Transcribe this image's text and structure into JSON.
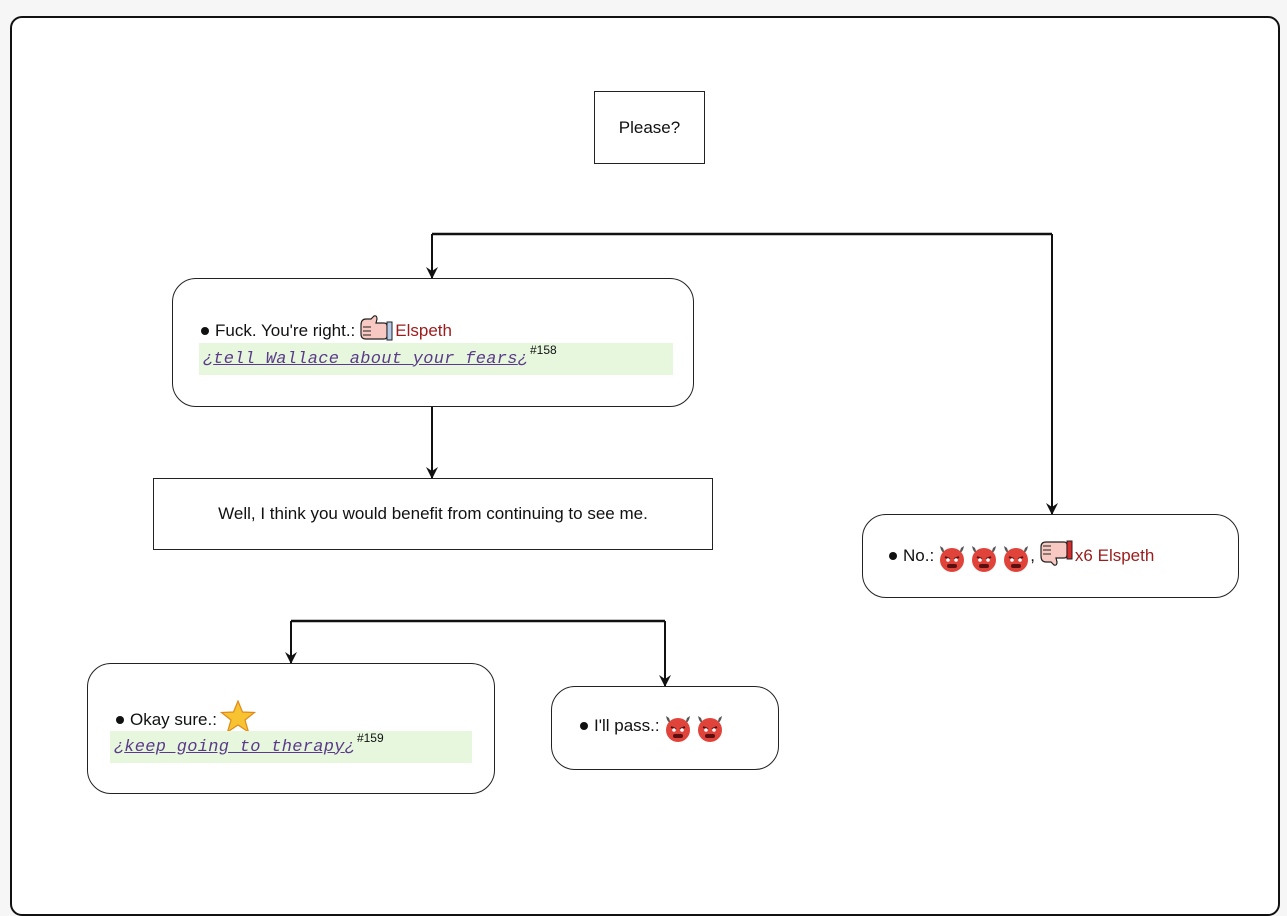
{
  "colors": {
    "border": "#111111",
    "speaker": "#9b1c1c",
    "action_bg": "#e6f7dd",
    "action_text": "#5b3a8a",
    "devil": "#e0433a"
  },
  "nodes": {
    "prompt": {
      "text": "Please?"
    },
    "choice_right": {
      "text": "Fuck. You're right.:",
      "icon": "thumbs-up-icon",
      "speaker": "Elspeth",
      "action": "tell Wallace about your fears",
      "action_open": "¿",
      "action_close": "¿",
      "ref": "#158"
    },
    "choice_no": {
      "text": "No.:",
      "icons": [
        "devil-icon",
        "devil-icon",
        "devil-icon",
        "thumbs-down-icon"
      ],
      "separator": ",",
      "speaker": "x6 Elspeth"
    },
    "reply": {
      "text": "Well, I think you would benefit from continuing to see me."
    },
    "choice_okay": {
      "text": "Okay sure.:",
      "icon": "star-icon",
      "action": "keep going to therapy",
      "action_open": "¿",
      "action_close": "¿",
      "ref": "#159"
    },
    "choice_pass": {
      "text": "I'll pass.:",
      "icons": [
        "devil-icon",
        "devil-icon"
      ]
    }
  }
}
